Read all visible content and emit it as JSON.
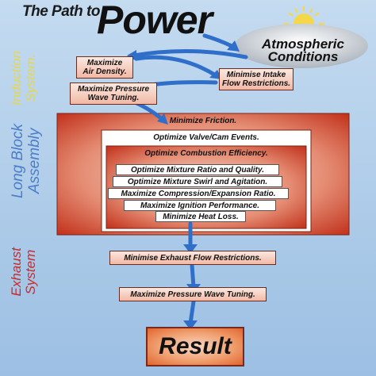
{
  "title": {
    "prefix": "The Path to",
    "main": "Power"
  },
  "atmospheric": "Atmospheric\nConditions",
  "side_labels": {
    "induction": "Induction\nSystem.",
    "long_block": "Long Block\nAssembly",
    "exhaust": "Exhaust\nSystem"
  },
  "induction": {
    "air_density": "Maximize\nAir Density.",
    "intake": "Minimise Intake\nFlow Restrictions.",
    "pressure_wave": "Maximize Pressure\nWave Tuning."
  },
  "long_block": {
    "friction": "Minimize  Friction.",
    "valve": "Optimize Valve/Cam Events.",
    "combustion": "Optimize Combustion Efficiency.",
    "items": [
      "Optimize Mixture Ratio and Quality.",
      "Optimize Mixture Swirl and Agitation.",
      "Maximize Compression/Expansion Ratio.",
      "Maximize Ignition Performance.",
      "Minimize Heat Loss."
    ]
  },
  "exhaust": {
    "restrictions": "Minimise Exhaust Flow Restrictions.",
    "pressure_wave": "Maximize Pressure Wave Tuning."
  },
  "result": "Result",
  "colors": {
    "background": "#a9c9e8",
    "arrow": "#2f6fc9",
    "frame_red": "#c8361f",
    "sun": "#f5d84a"
  }
}
